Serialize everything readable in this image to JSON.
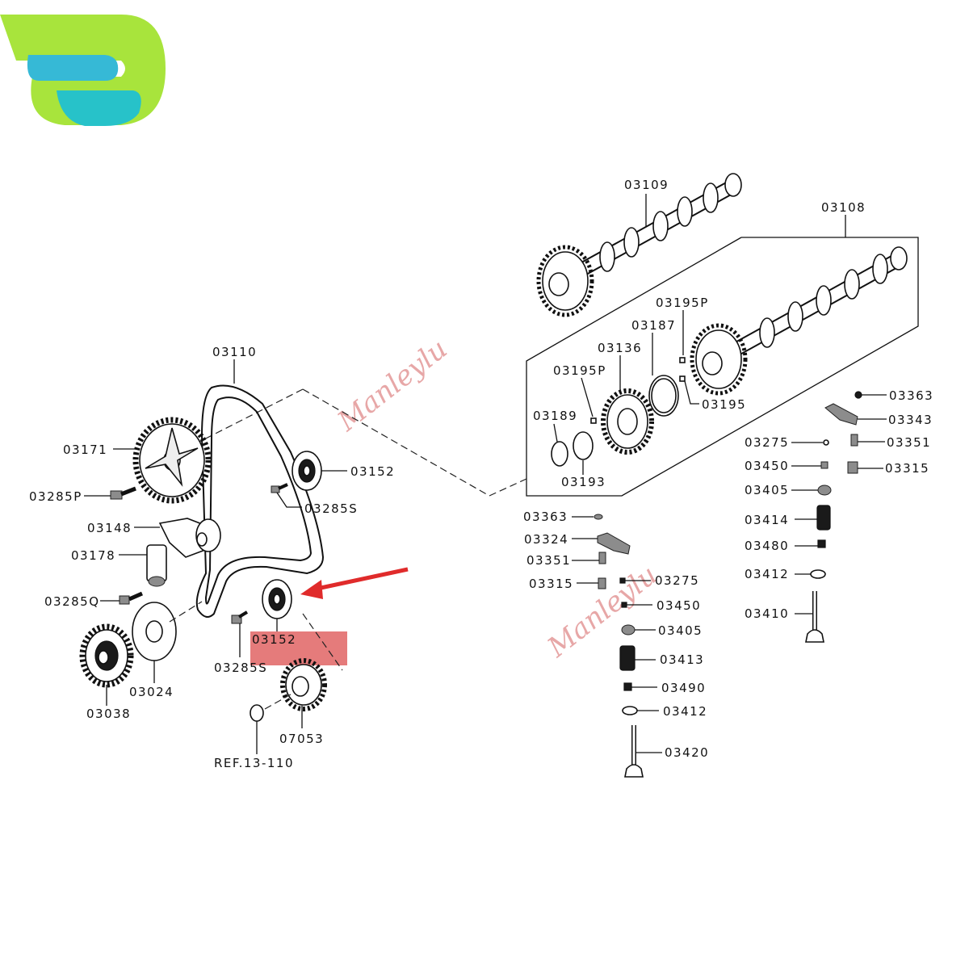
{
  "brand": {
    "accent_green": "#a8e43c",
    "accent_cyan": "#27c2c9",
    "accent_teal": "#36b9d6"
  },
  "watermark": "Manleylu",
  "highlight": {
    "color": "#e06464",
    "arrow_color": "#e02b2b"
  },
  "labels": {
    "p03109": "03109",
    "p03108": "03108",
    "p03195P_top": "03195P",
    "p03187": "03187",
    "p03136": "03136",
    "p03195P": "03195P",
    "p03195": "03195",
    "p03189": "03189",
    "p03193": "03193",
    "p03363_r": "03363",
    "p03343": "03343",
    "p03275_r": "03275",
    "p03351_r": "03351",
    "p03450_r": "03450",
    "p03315_r": "03315",
    "p03405_r": "03405",
    "p03414": "03414",
    "p03480": "03480",
    "p03412_r": "03412",
    "p03410": "03410",
    "p03363_m": "03363",
    "p03324": "03324",
    "p03351_m": "03351",
    "p03315_m": "03315",
    "p03275_m": "03275",
    "p03450_m": "03450",
    "p03405_m": "03405",
    "p03413": "03413",
    "p03490": "03490",
    "p03412_m": "03412",
    "p03420": "03420",
    "p03110": "03110",
    "p03171": "03171",
    "p03152_top": "03152",
    "p03285S_top": "03285S",
    "p03285P": "03285P",
    "p03148": "03148",
    "p03178": "03178",
    "p03285Q": "03285Q",
    "p03152_hl": "03152",
    "p03285S_bot": "03285S",
    "p03024": "03024",
    "p03038": "03038",
    "p07053": "07053",
    "ref": "REF.13-110"
  }
}
